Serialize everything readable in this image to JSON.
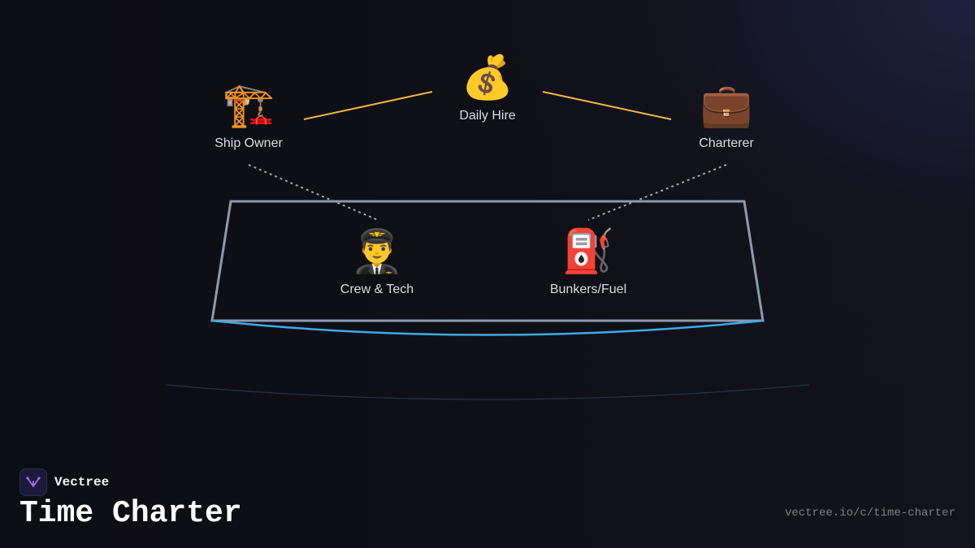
{
  "nodes": {
    "daily_hire": {
      "label": "Daily Hire",
      "icon": "money-bag-icon",
      "emoji": "💰"
    },
    "ship_owner": {
      "label": "Ship Owner",
      "icon": "crane-icon",
      "emoji": "🏗️"
    },
    "charterer": {
      "label": "Charterer",
      "icon": "briefcase-icon",
      "emoji": "💼"
    },
    "crew_tech": {
      "label": "Crew & Tech",
      "icon": "pilot-icon",
      "emoji": "👨‍✈️"
    },
    "bunkers_fuel": {
      "label": "Bunkers/Fuel",
      "icon": "fuel-pump-icon",
      "emoji": "⛽"
    }
  },
  "colors": {
    "hire_link": "#f4b63f",
    "dotted_link": "#9aa3b5",
    "hull_outline": "#8d99ad",
    "hull_keel": "#3fa9e8",
    "brand_accent": "#a96bf0"
  },
  "footer": {
    "brand": "Vectree",
    "title": "Time Charter",
    "url": "vectree.io/c/time-charter"
  }
}
